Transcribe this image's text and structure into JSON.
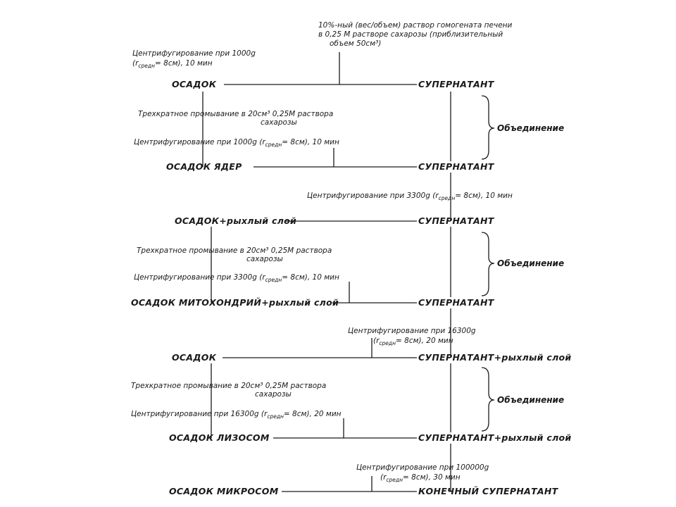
{
  "start": {
    "line1": "10%-ный (вес/объем) раствор гомогената печени",
    "line2": "в 0,25 М растворе сахарозы (приблизительный",
    "line3": "объем 50см³)"
  },
  "step1": {
    "centrifuge_line1": "Центрифугирование при 1000g",
    "r_open": "(r",
    "r_sub": "средн",
    "r_close1": "= 8см), 10 мин",
    "pellet": "ОСАДОК",
    "supernatant": "СУПЕРНАТАНТ",
    "wash_line1": "Трехкратное промывание в 20см³ 0,25М раствора",
    "wash_line2": "сахарозы",
    "recentrifuge_a": "Центрифугирование при 1000g (r",
    "recentrifuge_sub": "средн",
    "recentrifuge_b": "= 8см), 10 мин",
    "final_pellet": "ОСАДОК  ЯДЕР",
    "final_supernatant": "СУПЕРНАТАНТ",
    "combine": "Объединение"
  },
  "step2": {
    "centrifuge_a": "Центрифугирование при 3300g (r",
    "centrifuge_sub": "средн",
    "centrifuge_b": "= 8см), 10 мин",
    "pellet": "ОСАДОК+рыхлый слой",
    "supernatant": "СУПЕРНАТАНТ",
    "wash_line1": "Трехкратное промывание в 20см³ 0,25М раствора",
    "wash_line2": "сахарозы",
    "recentrifuge_a": "Центрифугирование при 3300g (r",
    "recentrifuge_sub": "средн",
    "recentrifuge_b": "= 8см), 10 мин",
    "final_pellet": "ОСАДОК  МИТОХОНДРИЙ+рыхлый слой",
    "final_supernatant": "СУПЕРНАТАНТ",
    "combine": "Объединение"
  },
  "step3": {
    "centrifuge_line1": "Центрифугирование при 16300g",
    "r_open": "(r",
    "r_sub": "средн",
    "r_close": "= 8см), 20 мин",
    "pellet": "ОСАДОК",
    "supernatant": "СУПЕРНАТАНТ+рыхлый слой",
    "wash_line1": "Трехкратное промывание в 20см³ 0,25М раствора",
    "wash_line2": "сахарозы",
    "recentrifuge_a": "Центрифугирование при 16300g (r",
    "recentrifuge_sub": "средн",
    "recentrifuge_b": "= 8см), 20 мин",
    "final_pellet": "ОСАДОК  ЛИЗОСОМ",
    "final_supernatant": "СУПЕРНАТАНТ+рыхлый слой",
    "combine": "Объединение"
  },
  "step4": {
    "centrifuge_line1": "Центрифугирование при 100000g",
    "r_open": "(r",
    "r_sub": "средн",
    "r_close": "= 8см), 30 мин",
    "pellet": "ОСАДОК  МИКРОСОМ",
    "supernatant": "КОНЕЧНЫЙ  СУПЕРНАТАНТ"
  }
}
